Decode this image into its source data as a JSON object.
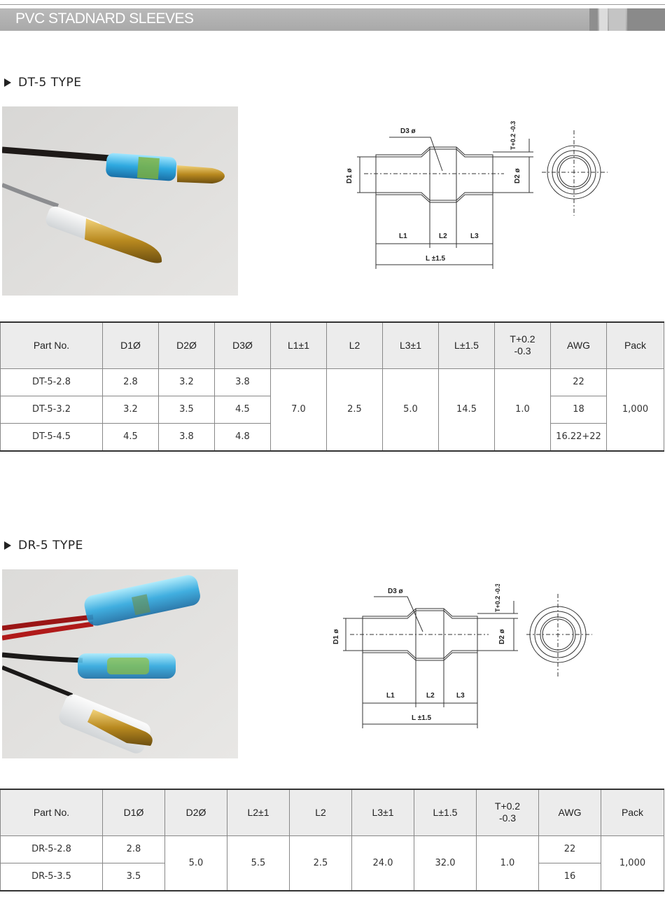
{
  "header": {
    "title": "PVC STADNARD SLEEVES"
  },
  "sections": [
    {
      "title": "DT-5 TYPE",
      "drawing": {
        "d3": "D3 ø",
        "d1": "D1 ø",
        "d2": "D2 ø",
        "t": "T+0.2 -0.3",
        "l1": "L1",
        "l2": "L2",
        "l3": "L3",
        "l": "L ±1.5"
      },
      "table": {
        "headers": [
          "Part No.",
          "D1Ø",
          "D2Ø",
          "D3Ø",
          "L1±1",
          "L2",
          "L3±1",
          "L±1.5",
          "T+0.2 -0.3",
          "AWG",
          "Pack"
        ],
        "rows": [
          {
            "part": "DT-5-2.8",
            "d1": "2.8",
            "d2": "3.2",
            "d3": "3.8",
            "awg": "22"
          },
          {
            "part": "DT-5-3.2",
            "d1": "3.2",
            "d2": "3.5",
            "d3": "4.5",
            "awg": "18"
          },
          {
            "part": "DT-5-4.5",
            "d1": "4.5",
            "d2": "3.8",
            "d3": "4.8",
            "awg": "16.22+22"
          }
        ],
        "shared": {
          "l1": "7.0",
          "l2": "2.5",
          "l3": "5.0",
          "l": "14.5",
          "t": "1.0",
          "pack": "1,000"
        }
      }
    },
    {
      "title": "DR-5 TYPE",
      "drawing": {
        "d3": "D3 ø",
        "d1": "D1 ø",
        "d2": "D2 ø",
        "t": "T+0.2 -0.3",
        "l1": "L1",
        "l2": "L2",
        "l3": "L3",
        "l": "L ±1.5"
      },
      "table": {
        "headers": [
          "Part No.",
          "D1Ø",
          "D2Ø",
          "L2±1",
          "L2",
          "L3±1",
          "L±1.5",
          "T+0.2 -0.3",
          "AWG",
          "Pack"
        ],
        "rows": [
          {
            "part": "DR-5-2.8",
            "d1": "2.8",
            "awg": "22"
          },
          {
            "part": "DR-5-3.5",
            "d1": "3.5",
            "awg": "16"
          }
        ],
        "shared": {
          "d2": "5.0",
          "l2a": "5.5",
          "l2": "2.5",
          "l3": "24.0",
          "l": "32.0",
          "t": "1.0",
          "pack": "1,000"
        }
      }
    }
  ]
}
